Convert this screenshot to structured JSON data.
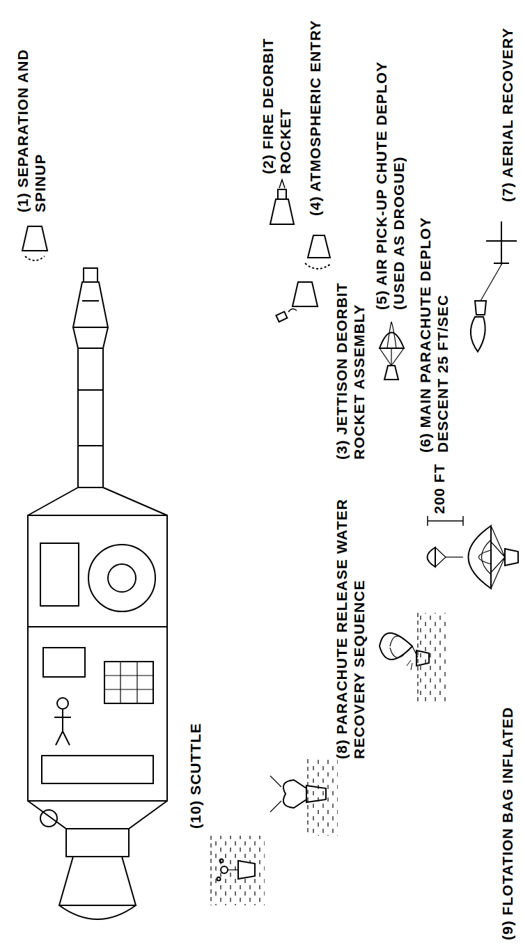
{
  "diagram": {
    "labels": [
      "(1) SEPARATION AND SPINUP",
      "(2) FIRE DEORBIT ROCKET",
      "(3) JETTISON DEORBIT ROCKET ASSEMBLY",
      "(4) ATMOSPHERIC ENTRY",
      "(5) AIR PICK-UP CHUTE DEPLOY (USED AS DROGUE)",
      "(6) MAIN PARACHUTE DEPLOY DESCENT 25 FT/SEC",
      "200 FT",
      "(7) AERIAL RECOVERY",
      "(8) PARACHUTE RELEASE WATER RECOVERY SEQUENCE",
      "(9) FLOTATION BAG INFLATED",
      "(10) SCUTTLE"
    ]
  }
}
